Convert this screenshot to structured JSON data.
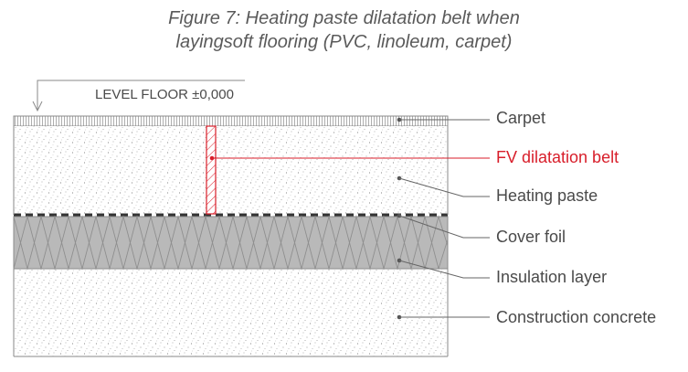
{
  "title": {
    "line1": "Figure 7: Heating paste dilatation belt when",
    "line2": "layingsoft flooring (PVC, linoleum, carpet)"
  },
  "level_label": "LEVEL FLOOR ±0,000",
  "labels": {
    "carpet": "Carpet",
    "belt": "FV dilatation belt",
    "paste": "Heating paste",
    "foil": "Cover foil",
    "insulation": "Insulation layer",
    "concrete": "Construction concrete"
  },
  "colors": {
    "text": "#4a4a4a",
    "accent": "#d81e2a",
    "line": "#888888",
    "insulation": "#b9b9b9"
  }
}
